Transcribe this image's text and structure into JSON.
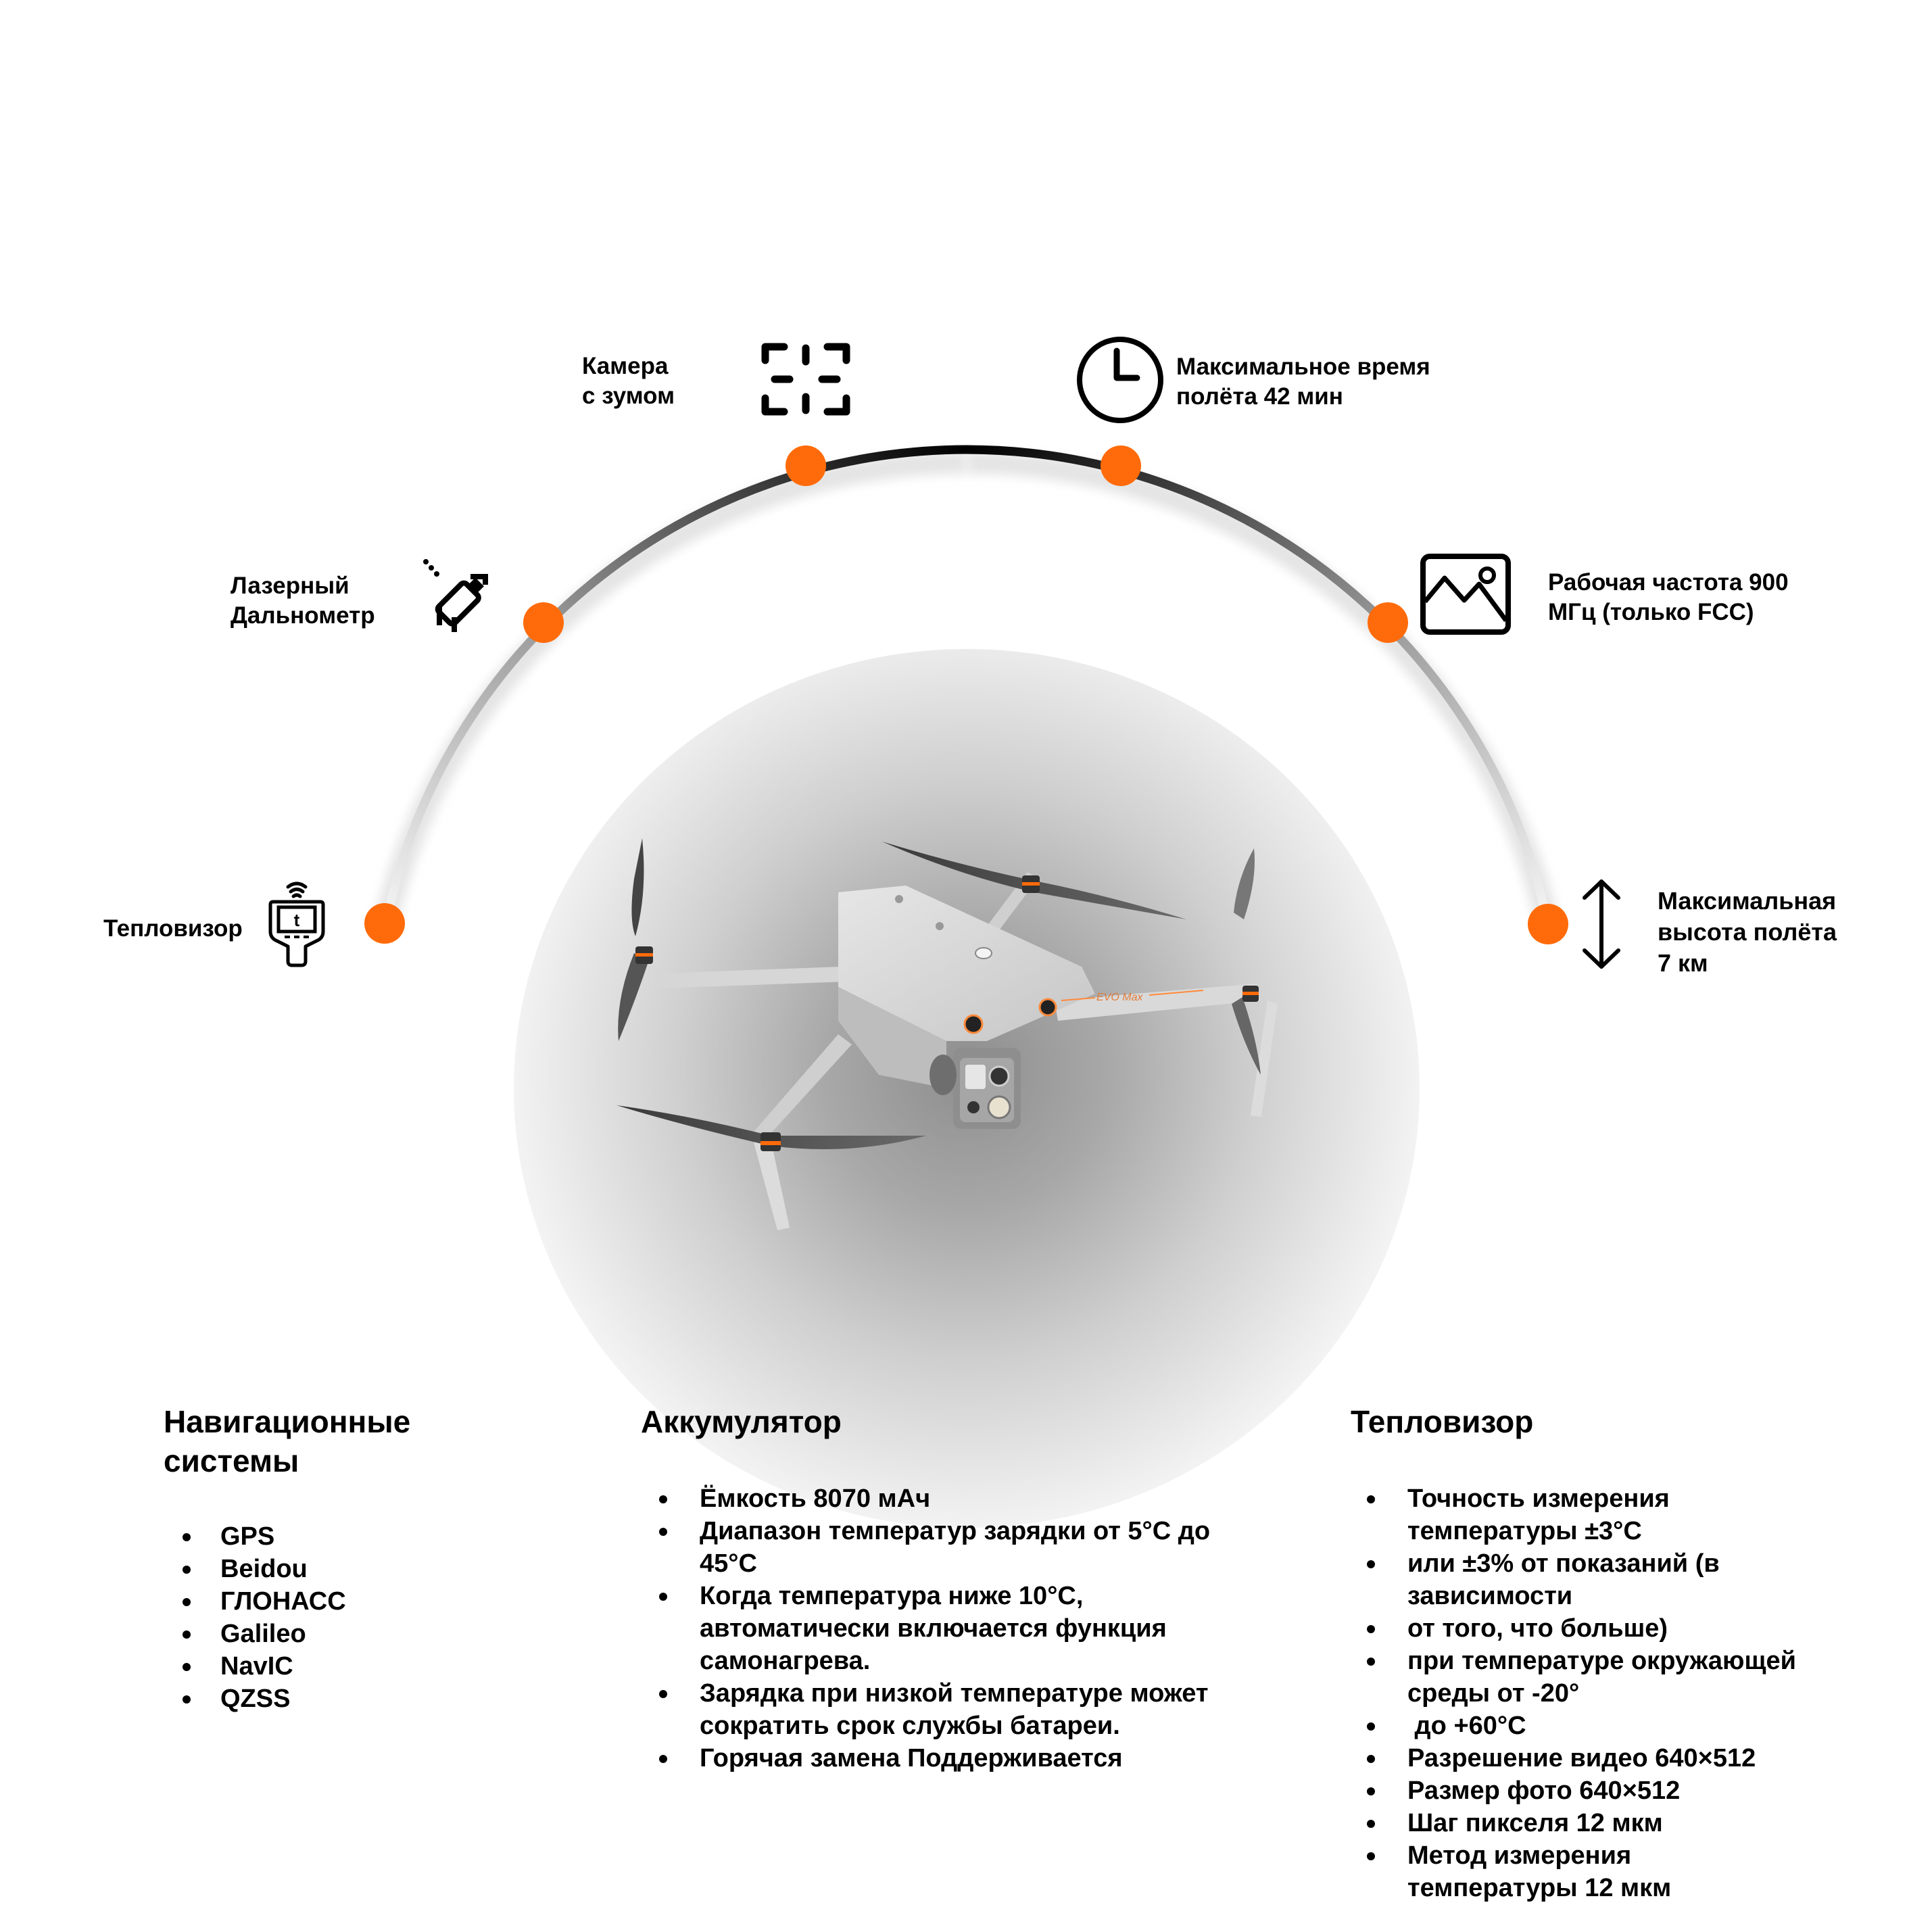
{
  "features": {
    "zoom_camera": {
      "label": "Камера\nс зумом",
      "icon": "zoom-camera-icon"
    },
    "flight_time": {
      "label": "Максимальное время\nполёта 42 мин",
      "icon": "clock-icon"
    },
    "laser_rangefinder": {
      "label": "Лазерный\nДальнометр",
      "icon": "laser-rangefinder-icon"
    },
    "frequency": {
      "label": "Рабочая частота 900\nМГц (только FCC)",
      "icon": "image-icon"
    },
    "thermal": {
      "label": "Тепловизор",
      "icon": "thermal-imager-icon"
    },
    "altitude": {
      "label": "Максимальная\nвысота полёта\n7 км",
      "icon": "vertical-arrows-icon"
    }
  },
  "product": {
    "model_text": "EVO Max"
  },
  "colors": {
    "accent": "#FF6B0A",
    "text": "#000000",
    "arc_top": "#000000",
    "arc_end": "#F0F0F0"
  },
  "sections": {
    "navigation": {
      "title": "Навигационные\nсистемы",
      "items": [
        "GPS",
        "Beidou",
        "ГЛОНАСС",
        "Galileo",
        "NavIC",
        "QZSS"
      ]
    },
    "battery": {
      "title": "Аккумулятор",
      "items": [
        "Ёмкость 8070 мАч",
        "Диапазон температур зарядки от 5°C до 45°C",
        "Когда температура ниже 10°C, автоматически включается функция самонагрева.",
        "Зарядка при низкой температуре может сократить срок службы батареи.",
        "Горячая замена Поддерживается"
      ]
    },
    "thermal": {
      "title": "Тепловизор",
      "items": [
        "Точность измерения температуры ±3°C",
        "или ±3% от показаний (в зависимости",
        "от того, что больше)",
        "при температуре окружающей среды от -20°",
        " до +60°C",
        "Разрешение видео 640×512",
        "Размер фото 640×512",
        "Шаг пикселя 12 мкм",
        "Метод измерения температуры 12 мкм"
      ]
    }
  }
}
